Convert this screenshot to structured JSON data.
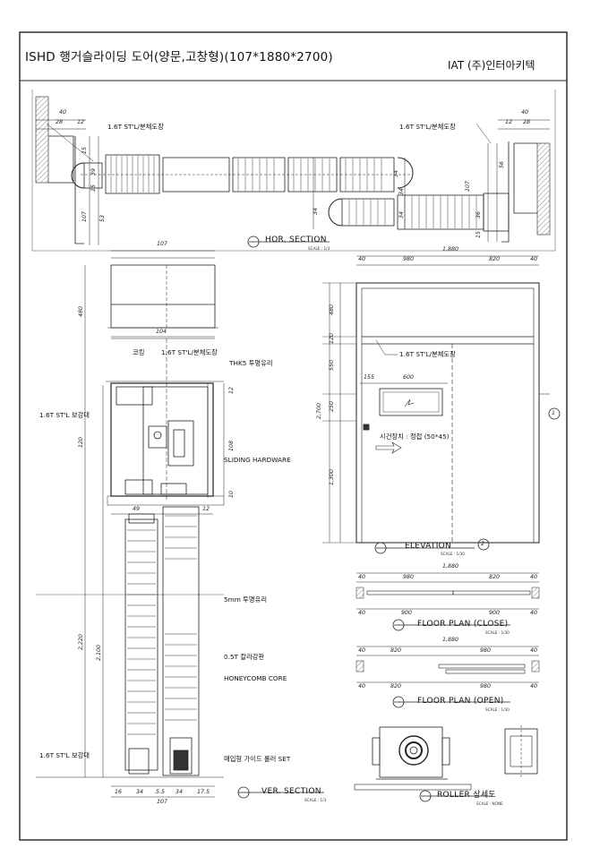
{
  "title": "ISHD 행거슬라이딩 도어(양문,고창형)(107*1880*2700)",
  "company": "IAT (주)인터아키텍",
  "sections": {
    "hor": {
      "name": "HOR. SECTION",
      "scale": "SCALE : 1/3"
    },
    "ver": {
      "name": "VER. SECTION",
      "scale": "SCALE : 1/3"
    },
    "elevation": {
      "name": "ELEVATION",
      "scale": "SCALE : 1/30"
    },
    "floor_close": {
      "name": "FLOOR PLAN (CLOSE)",
      "scale": "SCALE : 1/30"
    },
    "floor_open": {
      "name": "FLOOR PLAN (OPEN)",
      "scale": "SCALE : 1/30"
    },
    "roller": {
      "name": "ROLLER 상세도",
      "scale": "SCALE : NONE"
    }
  },
  "labels": {
    "steel_paint_left": "1.6T ST'L/분체도장",
    "steel_paint_right": "1.6T ST'L/분체도장",
    "caulking": "코킹",
    "steel_paint_ver": "1.6T ST'L/분체도장",
    "glass_thk5": "THK5 투명유리",
    "reinforce_top": "1.6T ST'L 보강대",
    "sliding_hw": "SLIDING HARDWARE",
    "glass_5mm": "5mm 투명유리",
    "galv_plate": "0.5T 칼라강판",
    "honeycomb": "HONEYCOMB CORE",
    "reinforce_bottom": "1.6T ST'L 보강대",
    "guide_roller": "매입형 가이드 롤러 SET",
    "elev_steel": "1.6T ST'L/분체도장",
    "lock": "시건장치 : 정첩 (50*45)"
  },
  "dims": {
    "hor": {
      "d40l": "40",
      "d28l": "28",
      "d12l": "12",
      "d40r": "40",
      "d12r": "12",
      "d28r": "28",
      "v15a": "15",
      "v39": "39",
      "v15b": "15",
      "v53": "53",
      "v107l": "107",
      "v34a": "34",
      "v56": "56",
      "v107r": "107",
      "v34b": "34",
      "v36": "36",
      "v15c": "15",
      "v34c": "34",
      "v34d": "34"
    },
    "ver": {
      "d107top": "107",
      "d480": "480",
      "d104": "104",
      "d12a": "12",
      "d120": "120",
      "d108": "108",
      "d10": "10",
      "d49": "49",
      "d12b": "12",
      "d2220": "2,220",
      "d2100": "2,100",
      "b16": "16",
      "b34a": "34",
      "b55": "5.5",
      "b34b": "34",
      "b175": "17.5",
      "b107": "107"
    },
    "elev": {
      "w1880": "1,880",
      "w40a": "40",
      "w980": "980",
      "w820": "820",
      "w40b": "40",
      "h480": "480",
      "h120": "120",
      "h550": "550",
      "h250": "250",
      "h2700": "2,700",
      "h1300": "1,300",
      "g155": "155",
      "g600": "600"
    },
    "fc": {
      "t1880": "1,880",
      "t40a": "40",
      "t980": "980",
      "t820": "820",
      "t40b": "40",
      "b40a": "40",
      "b900a": "900",
      "b900b": "900",
      "b40b": "40"
    },
    "fo": {
      "t1880": "1,880",
      "t40a": "40",
      "t820": "820",
      "t980": "980",
      "t40b": "40",
      "b40a": "40",
      "b820": "820",
      "b980": "980",
      "b40b": "40"
    }
  },
  "markers": {
    "m1": "1",
    "m2": "2"
  }
}
